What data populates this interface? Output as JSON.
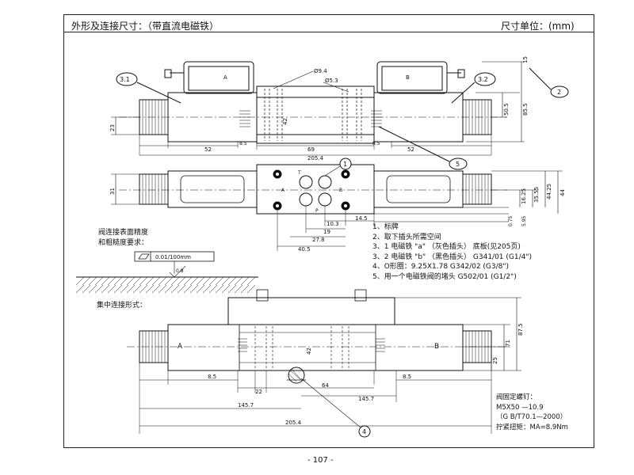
{
  "header": {
    "title": "外形及连接尺寸：（带直流电磁铁）",
    "unit": "尺寸单位：(mm)"
  },
  "callouts": {
    "c31": "3.1",
    "c32": "3.2",
    "c1": "1",
    "c2": "2",
    "c4": "4",
    "c5": "5"
  },
  "coil_labels": {
    "a": "A",
    "b": "B"
  },
  "port_labels": {
    "a": "A",
    "b": "B",
    "p": "P",
    "t": "T"
  },
  "dims_front": {
    "d94": "Ø9.4",
    "d53": "Ø5.3",
    "h15": "15",
    "h855": "85.5",
    "h505": "50.5",
    "h23": "23",
    "h42": "42",
    "w52l": "52",
    "w85l": "8.5",
    "w69": "69",
    "w85r": "8.5",
    "w52r": "52",
    "w2054": "205.4"
  },
  "dims_top": {
    "h31": "31",
    "h4425": "44.25",
    "h44": "44",
    "h3555": "35.55",
    "h1625": "16.25",
    "h075": "0.75",
    "h595": "5.95",
    "w103": "10.3",
    "w145": "14.5",
    "w19": "19",
    "w278": "27.8",
    "w405": "40.5"
  },
  "surface": {
    "line1": "阀连接表面精度",
    "line2": "和粗糙度要求：",
    "flatness": "0.01/100mm",
    "roughness": "0.8"
  },
  "notes": [
    "1、标牌",
    "2、取下插头所需空间",
    "3、1 电磁铁 \"a\" （灰色插头） 底板(见205页)",
    "3、2 电磁铁 \"b\" （黑色插头） G341/01 (G1/4\")",
    "4、O形圈：9.25X1.78        G342/02 (G3/8\")",
    "5、用一个电磁铁阀的堵头      G502/01 (G1/2\")"
  ],
  "bottom": {
    "title": "集中连接形式：",
    "h875": "87.5",
    "h71": "71",
    "h25": "25",
    "h42": "42",
    "w85l": "8.5",
    "w85r": "8.5",
    "w22": "22",
    "w64": "64",
    "w1457r": "145.7",
    "w1457l": "145.7",
    "w2054": "205.4"
  },
  "bolts": {
    "title": "阀固定螺钉：",
    "spec": "M5X50 —10.9",
    "standard": "（G B/T70.1—2000）",
    "torque": "拧紧扭矩：MA=8.9Nm"
  },
  "footer": {
    "page": "- 107 -"
  }
}
